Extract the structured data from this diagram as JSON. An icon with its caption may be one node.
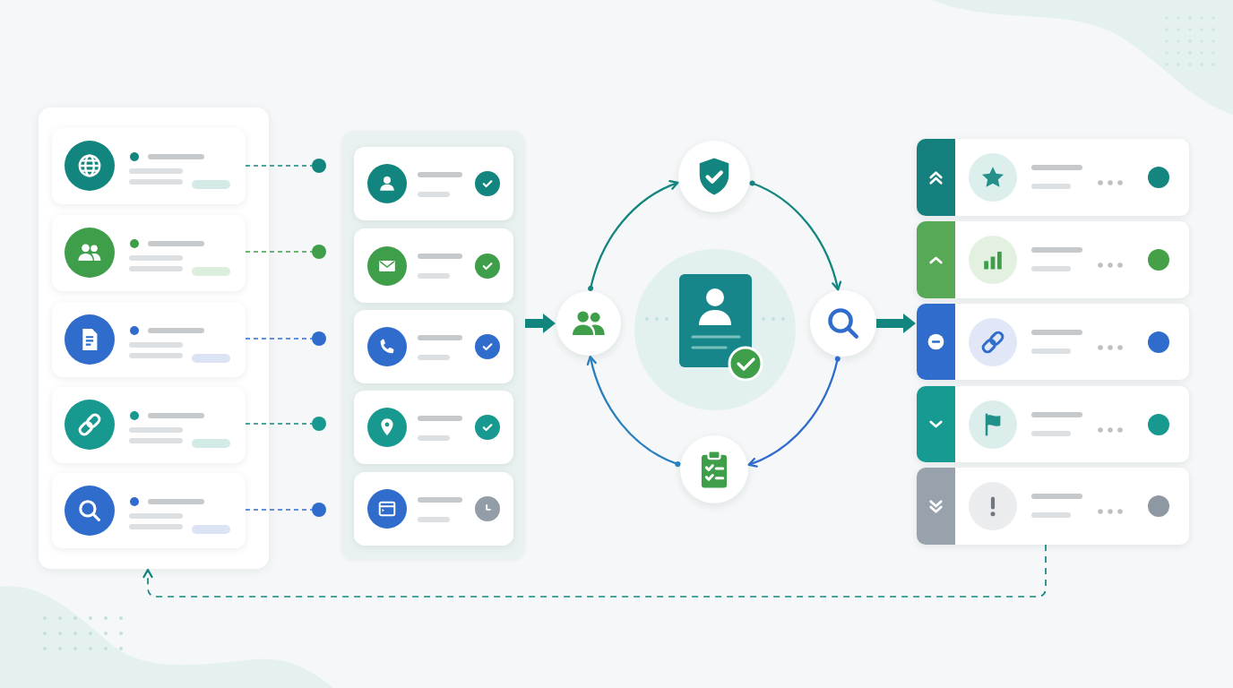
{
  "diagram": {
    "nodes": [
      {
        "text": [],
        "shape": "box"
      },
      {
        "text": [],
        "shape": "box",
        "in": 0
      },
      {
        "text": [],
        "shape": "box",
        "in": 0
      },
      {
        "text": [],
        "shape": "box",
        "in": 0
      },
      {
        "text": [],
        "shape": "box",
        "in": 0
      },
      {
        "text": [],
        "shape": "box",
        "in": 0
      },
      {
        "text": [],
        "shape": "circle"
      },
      {
        "text": [],
        "shape": "circle"
      },
      {
        "text": [],
        "shape": "circle"
      },
      {
        "text": [],
        "shape": "circle"
      },
      {
        "text": [],
        "shape": "circle"
      },
      {
        "text": [],
        "shape": "box"
      },
      {
        "text": [],
        "shape": "box",
        "in": 11
      },
      {
        "text": [],
        "shape": "box",
        "in": 11
      },
      {
        "text": [],
        "shape": "box",
        "in": 11
      },
      {
        "text": [],
        "shape": "box",
        "in": 11
      },
      {
        "text": [],
        "shape": "box",
        "in": 11
      },
      {
        "text": [],
        "shape": "circle"
      },
      {
        "text": [],
        "shape": "circle"
      },
      {
        "text": [],
        "shape": "picture"
      },
      {
        "text": [],
        "shape": "circle"
      },
      {
        "text": [],
        "shape": "circle"
      },
      {
        "text": [],
        "shape": "box"
      },
      {
        "text": [],
        "shape": "box"
      },
      {
        "text": [],
        "shape": "box"
      },
      {
        "text": [],
        "shape": "box"
      },
      {
        "text": [],
        "shape": "box"
      }
    ],
    "edges": [
      {
        "from": 1,
        "to": 6,
        "arrow": "none",
        "style": "dashed"
      },
      {
        "from": 2,
        "to": 7,
        "arrow": "none",
        "style": "dashed",
        "color": "#3f9e4a"
      },
      {
        "from": 3,
        "to": 8,
        "arrow": "none",
        "style": "dashed",
        "color": "#2f6ccc"
      },
      {
        "from": 4,
        "to": 9,
        "arrow": "none",
        "style": "dashed"
      },
      {
        "from": 5,
        "to": 10,
        "arrow": "none",
        "style": "dashed",
        "color": "#2f6ccc"
      },
      {
        "from": 11,
        "to": 17,
        "arrow": "to",
        "style": "thick"
      },
      {
        "from": 17,
        "to": 18,
        "arrow": "to"
      },
      {
        "from": 18,
        "to": 20,
        "arrow": "to"
      },
      {
        "from": 20,
        "to": 21,
        "arrow": "to",
        "color": "#2f6ccc"
      },
      {
        "from": 21,
        "to": 17,
        "arrow": "to",
        "color": "#2a7fbd"
      },
      {
        "from": 20,
        "to": 24,
        "arrow": "to",
        "style": "thick"
      },
      {
        "from": 26,
        "to": 0,
        "arrow": "to",
        "style": "dashed"
      }
    ]
  }
}
